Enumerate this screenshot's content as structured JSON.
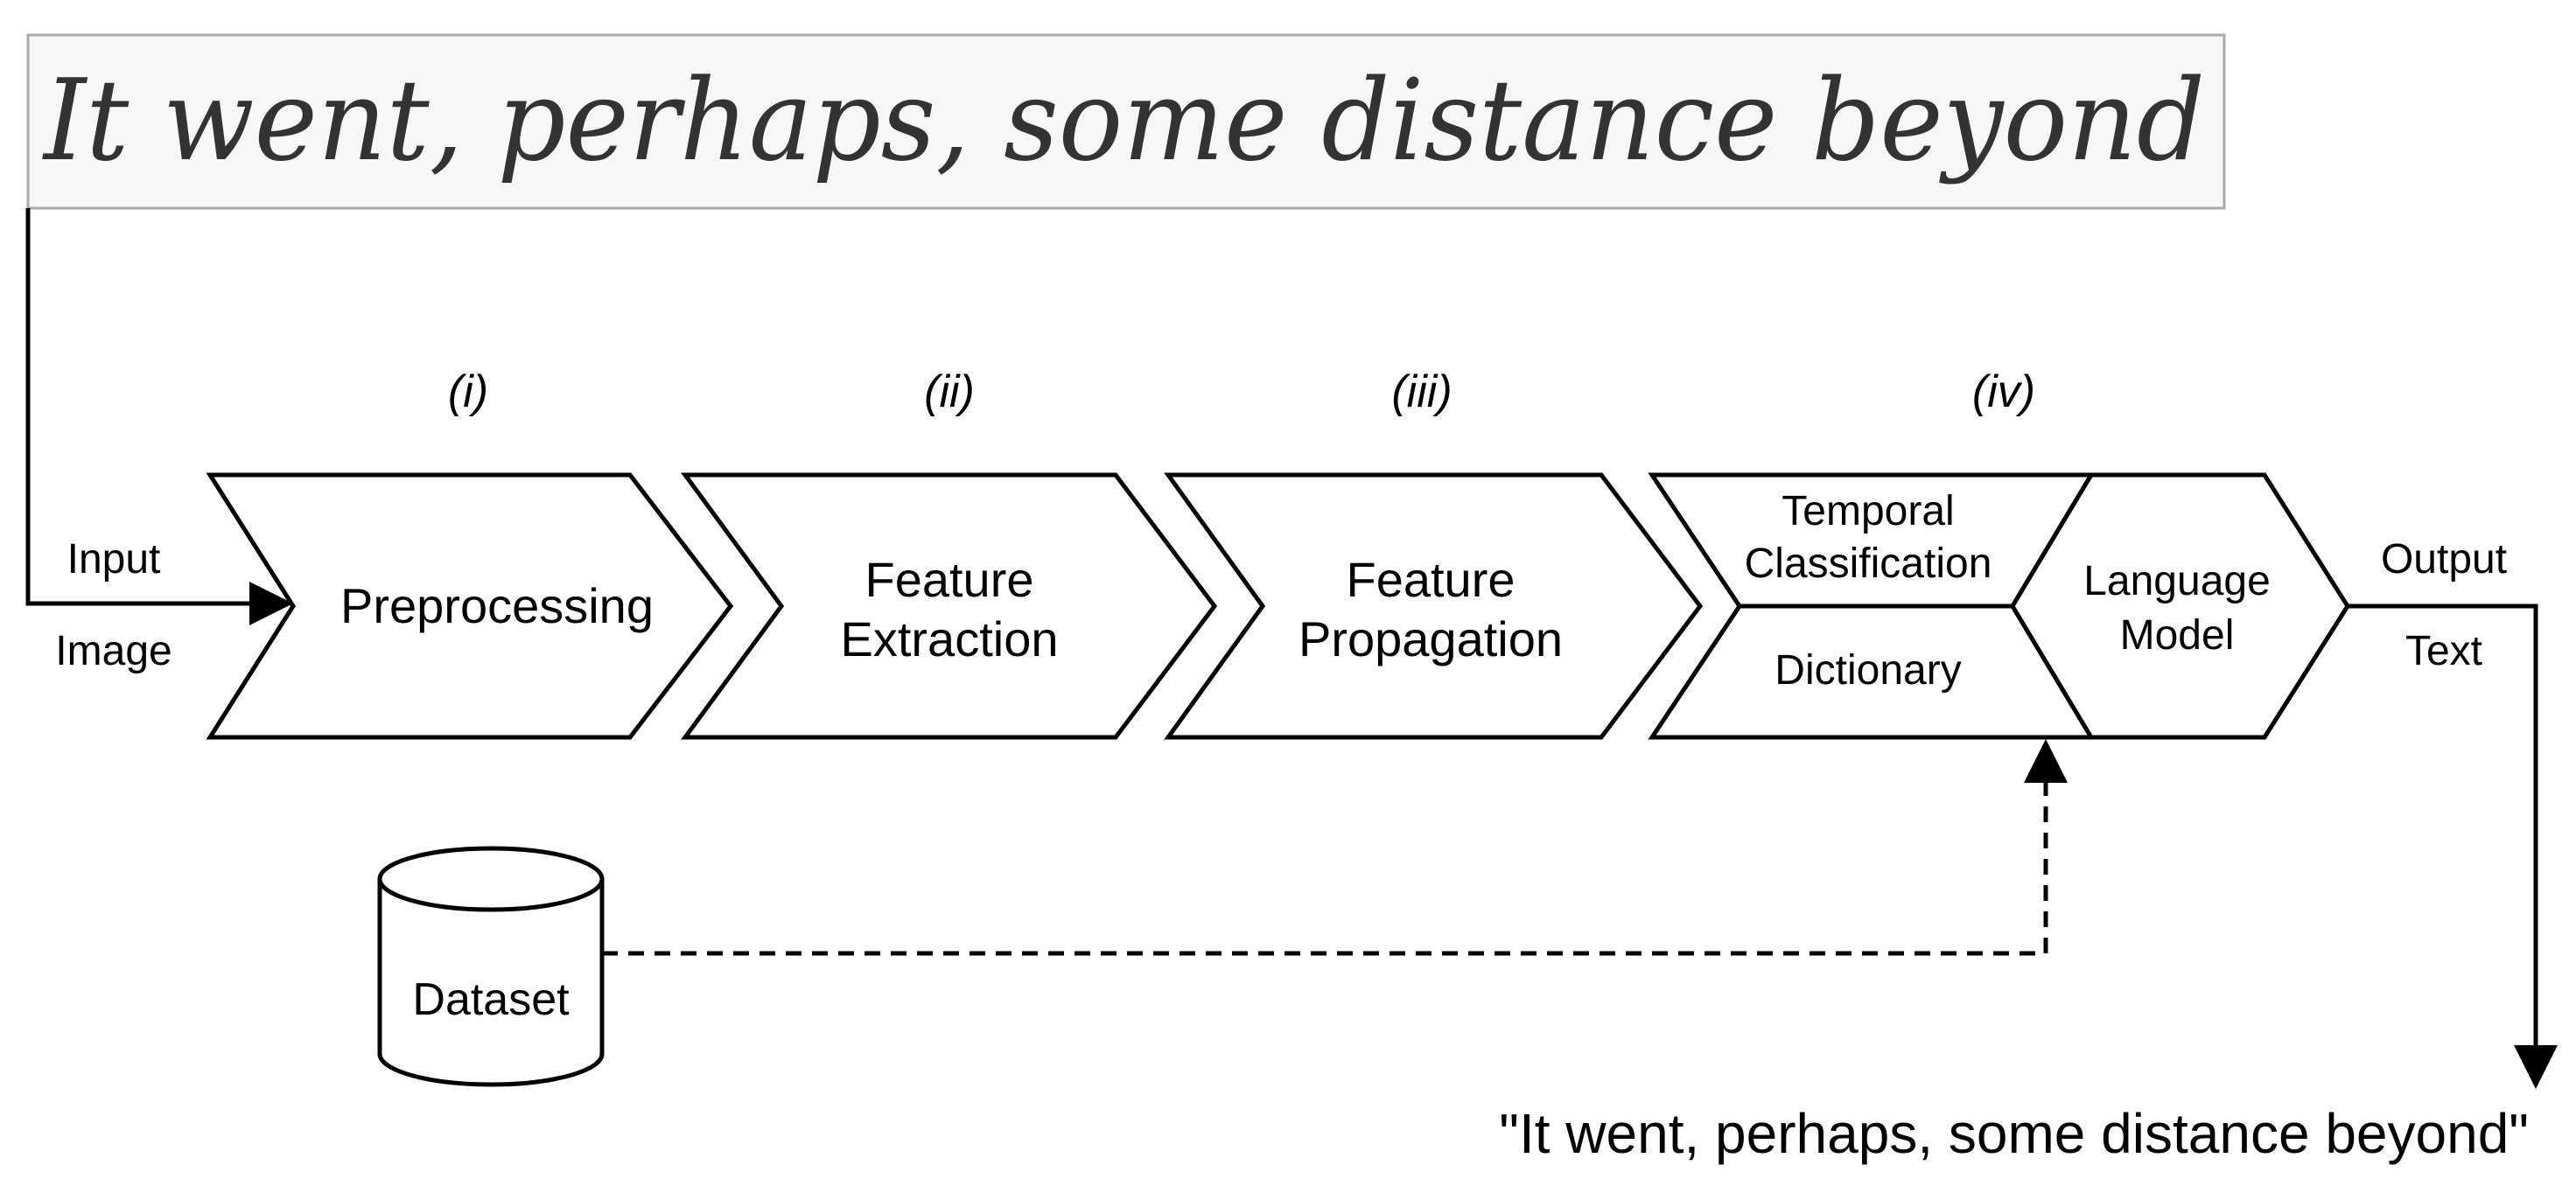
{
  "handwriting": {
    "text": "It went, perhaps, some distance beyond"
  },
  "input_label": {
    "line1": "Input",
    "line2": "Image"
  },
  "output_label": {
    "line1": "Output",
    "line2": "Text"
  },
  "stages": [
    {
      "id": "preprocessing",
      "number": "(i)",
      "line1": "Preprocessing",
      "line2": ""
    },
    {
      "id": "feature-extraction",
      "number": "(ii)",
      "line1": "Feature",
      "line2": "Extraction"
    },
    {
      "id": "feature-propagation",
      "number": "(iii)",
      "line1": "Feature",
      "line2": "Propagation"
    },
    {
      "id": "decoding",
      "number": "(iv)"
    }
  ],
  "stage4": {
    "top_line1": "Temporal",
    "top_line2": "Classification",
    "bottom": "Dictionary",
    "lm_line1": "Language",
    "lm_line2": "Model"
  },
  "dataset": {
    "label": "Dataset"
  },
  "output_text": "\"It went, perhaps, some distance beyond\"",
  "colors": {
    "stroke": "#000000",
    "image_border": "#aaaaaa",
    "image_bg": "#f7f7f7"
  }
}
